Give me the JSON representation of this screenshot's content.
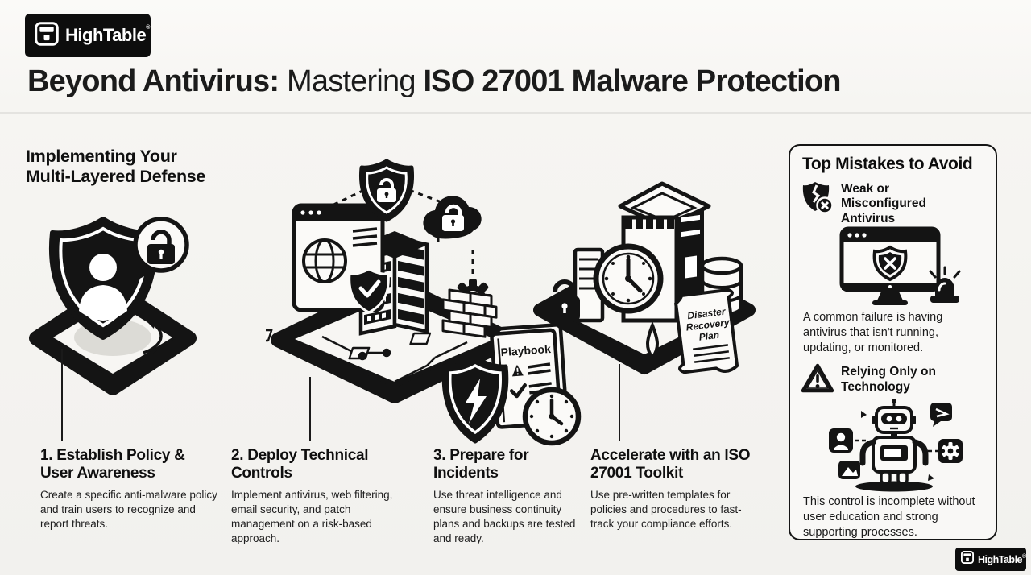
{
  "page": {
    "background": "#f4f3f0",
    "ink": "#141414"
  },
  "brand": {
    "name": "HighTable",
    "registered_mark": "®",
    "logo_icon": "table-logo-icon"
  },
  "title": {
    "part_bold1": "Beyond Antivirus:",
    "part_regular": "Mastering",
    "part_bold2": "ISO 27001 Malware Protection"
  },
  "main": {
    "heading_line1": "Implementing Your",
    "heading_line2": "Multi-Layered Defense",
    "steps": [
      {
        "title": "1. Establish Policy & User Awareness",
        "description": "Create a specific anti-malware policy and train users to recognize and report threats.",
        "illustration_icons": "shield-user-icon, padlock-bubble-icon, isometric-platform"
      },
      {
        "title": "2. Deploy Technical Controls",
        "description": "Implement antivirus, web filtering, email security, and patch management on a risk-based approach.",
        "illustration_icons": "server-tower-icon, browser-globe-icon, shield-check-icon, shield-lock-icon, cloud-lock-icon, gear-icon, firewall-bricks-icon"
      },
      {
        "title": "3. Prepare for Incidents",
        "description": "Use threat intelligence and ensure business continuity plans and backups are tested and ready.",
        "playbook_label": "Playbook",
        "illustration_icons": "shield-lightning-icon, playbook-icon, clock-icon"
      },
      {
        "title": "Accelerate with an ISO 27001 Toolkit",
        "description": "Use pre-written templates for policies and procedures to fast-track your compliance efforts.",
        "scroll_line1": "Disaster",
        "scroll_line2": "Recovery",
        "scroll_line3": "Plan",
        "illustration_icons": "clock-tower-icon, padlock-icon, database-icon, disaster-recovery-scroll-icon"
      }
    ]
  },
  "sidebar": {
    "heading": "Top Mistakes to Avoid",
    "mistakes": [
      {
        "icon": "broken-shield-x-icon",
        "title": "Weak or Misconfigured Antivirus",
        "description": "A common failure is having antivirus that isn't running, updating, or monitored.",
        "illustration_icons": "monitor-shield-x-icon, alarm-siren-icon"
      },
      {
        "icon": "warning-triangle-icon",
        "title": "Relying Only on Technology",
        "description": "This control is incomplete without user education and strong supporting processes.",
        "illustration_icons": "robot-icon, user-badge-icon, gear-badge-icon, chat-badge-icon, image-badge-icon"
      }
    ]
  }
}
